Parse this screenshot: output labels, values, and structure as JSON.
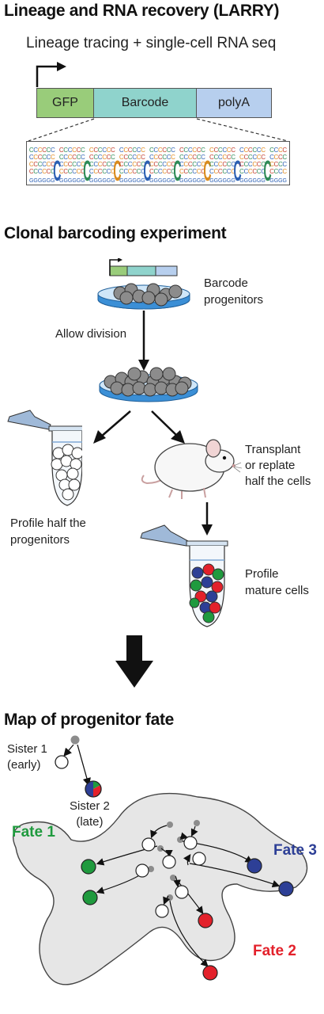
{
  "lineage": {
    "title": "Lineage and RNA recovery (LARRY)",
    "subtitle": "Lineage tracing + single-cell RNA seq",
    "construct": {
      "gfp": "GFP",
      "barcode": "Barcode",
      "polya": "polyA"
    },
    "logo_top_letter": "C",
    "logo_bottom_letter": "G"
  },
  "experiment": {
    "title": "Clonal barcoding experiment",
    "barcode_progenitors": [
      "Barcode",
      "progenitors"
    ],
    "allow_division": "Allow division",
    "profile_half": [
      "Profile half the",
      "progenitors"
    ],
    "transplant": [
      "Transplant",
      "or replate",
      "half the cells"
    ],
    "profile_mature": [
      "Profile",
      "mature cells"
    ]
  },
  "map": {
    "title": "Map of progenitor fate",
    "sister1": [
      "Sister 1",
      "(early)"
    ],
    "sister2": [
      "Sister 2",
      "(late)"
    ],
    "fates": [
      {
        "label": "Fate 1",
        "color": "#1f9a3e"
      },
      {
        "label": "Fate 2",
        "color": "#e3212b"
      },
      {
        "label": "Fate 3",
        "color": "#2d3f96"
      }
    ]
  },
  "colors": {
    "gfp": "#99cc7a",
    "barcode": "#8fd3cc",
    "polya": "#b7cfee",
    "dish": "#3b8fd6",
    "cell": "#8c8c8c",
    "landscape": "#e6e6e6",
    "fate_green": "#1f9a3e",
    "fate_red": "#e3212b",
    "fate_blue": "#2d3f96"
  }
}
